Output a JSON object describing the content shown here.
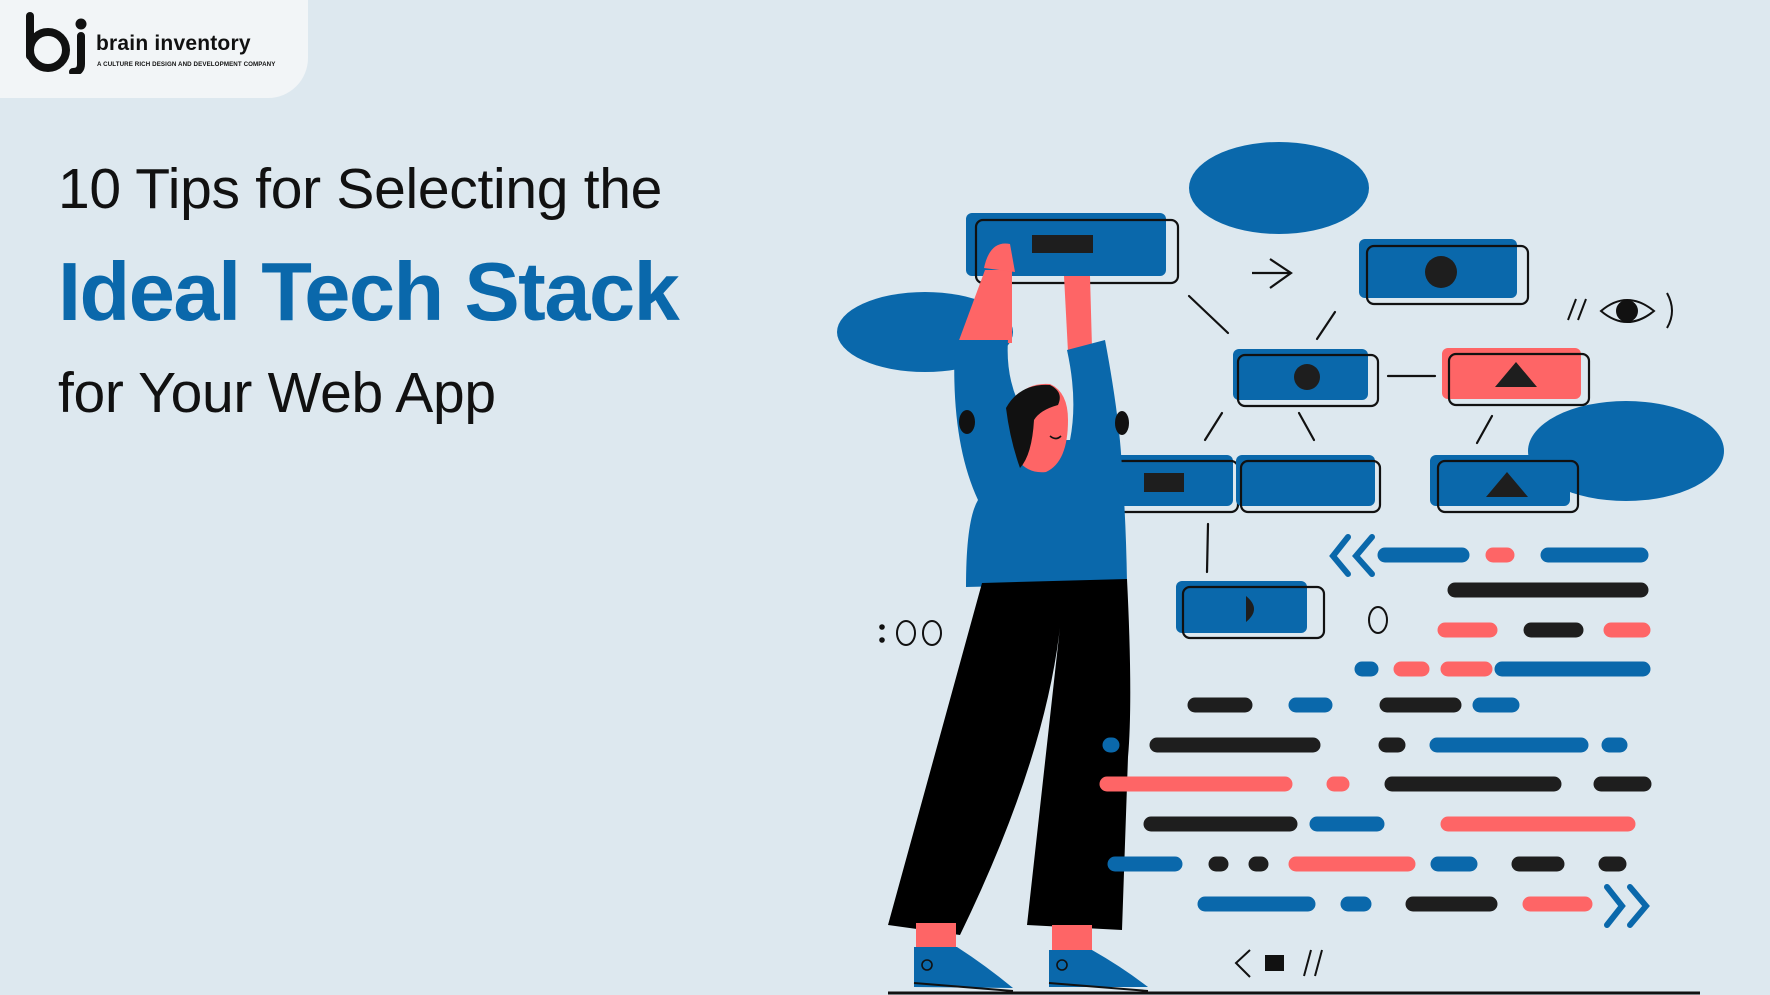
{
  "brand": {
    "logo_mark": "bi",
    "name": "brain inventory",
    "tagline": "A CULTURE RICH DESIGN AND DEVELOPMENT COMPANY"
  },
  "headline": {
    "line1": "10 Tips for Selecting the",
    "line2": "Ideal Tech Stack",
    "line3": "for Your Web App"
  },
  "illustration": {
    "description": "Person lifting a UI block into a node diagram beside rows of code-like dashes",
    "symbols": {
      "arrow": "—>",
      "eye_prefix": "//",
      "eye_suffix": ")",
      "colon_zeros": ":00",
      "zero": "0",
      "bottom_code": "< ■ //"
    }
  },
  "colors": {
    "background": "#dde8ef",
    "logo_card": "#f2f5f7",
    "primary_blue": "#0a68ab",
    "coral": "#fe6566",
    "dark": "#1e1e1e",
    "text": "#111111"
  }
}
